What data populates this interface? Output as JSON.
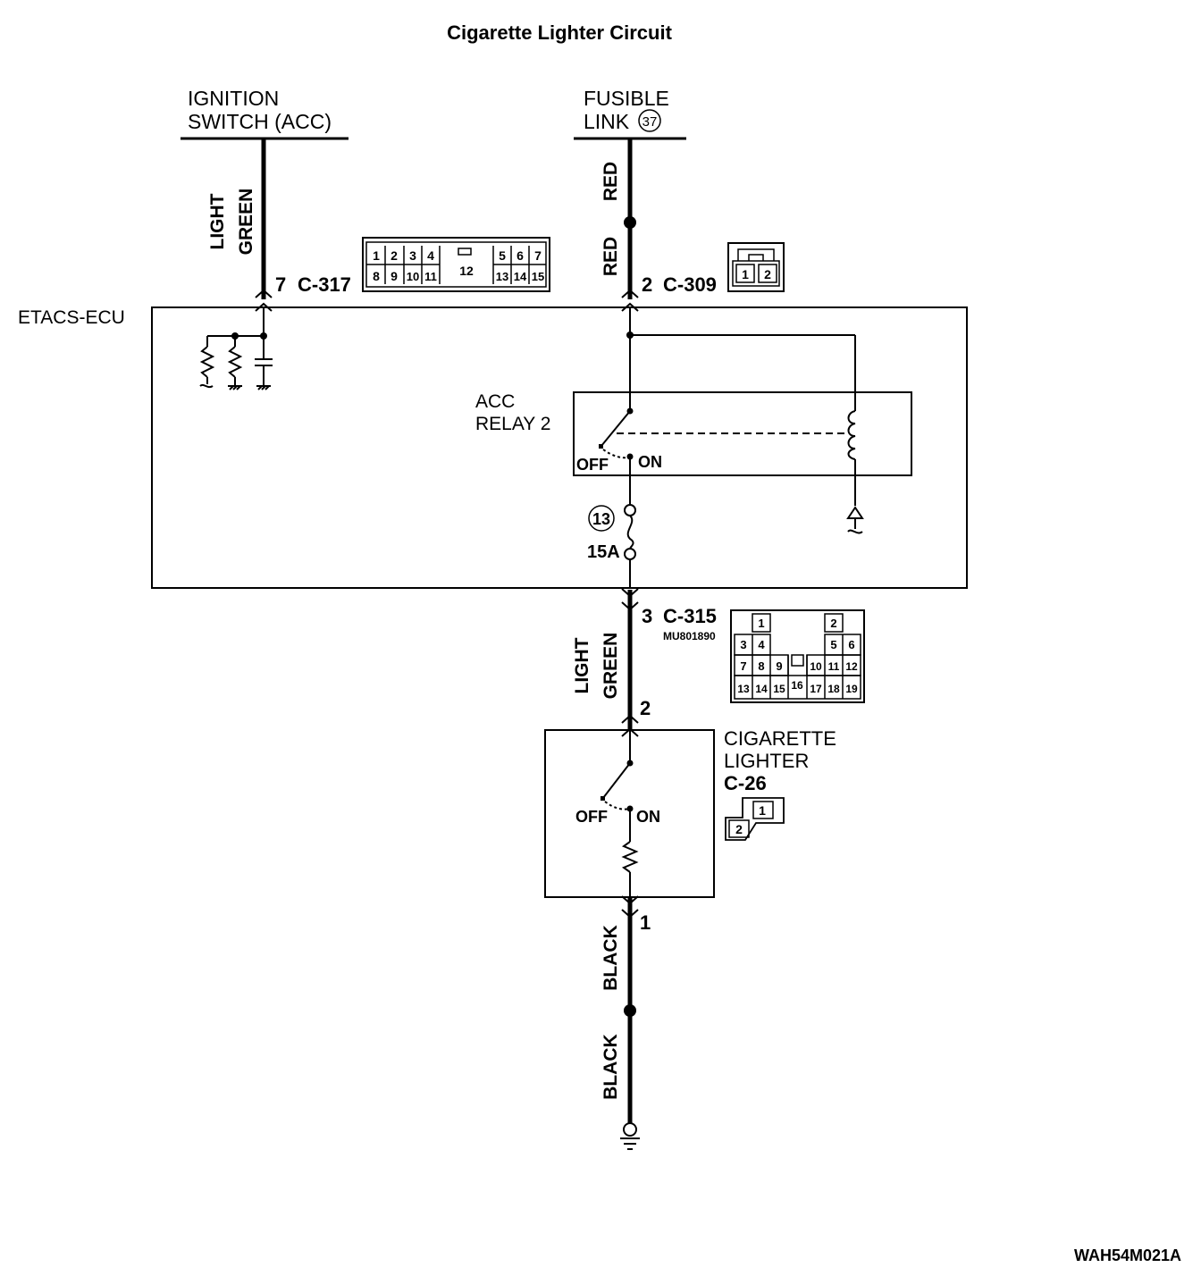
{
  "title": "Cigarette Lighter Circuit",
  "sources": {
    "ignition": {
      "line1": "IGNITION",
      "line2": "SWITCH (ACC)"
    },
    "fusible": {
      "line1": "FUSIBLE",
      "line2": "LINK",
      "number": "37"
    }
  },
  "wires": {
    "ign_color": {
      "line1": "LIGHT",
      "line2": "GREEN"
    },
    "fus_color_upper": "RED",
    "fus_color_lower": "RED",
    "out_color": {
      "line1": "LIGHT",
      "line2": "GREEN"
    },
    "gnd_color_upper": "BLACK",
    "gnd_color_lower": "BLACK"
  },
  "connectors": {
    "c317": {
      "pin": "7",
      "name": "C-317",
      "top": [
        "1",
        "2",
        "3",
        "4",
        "12",
        "5",
        "6",
        "7"
      ],
      "bottom": [
        "8",
        "9",
        "10",
        "11",
        "13",
        "14",
        "15"
      ]
    },
    "c309": {
      "pin": "2",
      "name": "C-309",
      "pins": [
        "1",
        "2"
      ]
    },
    "c315": {
      "pin": "3",
      "name": "C-315",
      "part": "MU801890",
      "row1": [
        "1",
        "2"
      ],
      "row2": [
        "3",
        "4",
        "5",
        "6"
      ],
      "row3": [
        "7",
        "8",
        "9",
        "10",
        "11",
        "12"
      ],
      "row4": [
        "13",
        "14",
        "15",
        "16",
        "17",
        "18",
        "19"
      ]
    },
    "c26": {
      "pin_top": "2",
      "pin_bottom": "1",
      "name": "C-26",
      "pins": [
        "1",
        "2"
      ]
    }
  },
  "ecu": {
    "label": "ETACS-ECU"
  },
  "relay": {
    "line1": "ACC",
    "line2": "RELAY 2",
    "off": "OFF",
    "on": "ON"
  },
  "fuse": {
    "number": "13",
    "rating": "15A"
  },
  "lighter": {
    "line1": "CIGARETTE",
    "line2": "LIGHTER",
    "off": "OFF",
    "on": "ON"
  },
  "figure_code": "WAH54M021A"
}
